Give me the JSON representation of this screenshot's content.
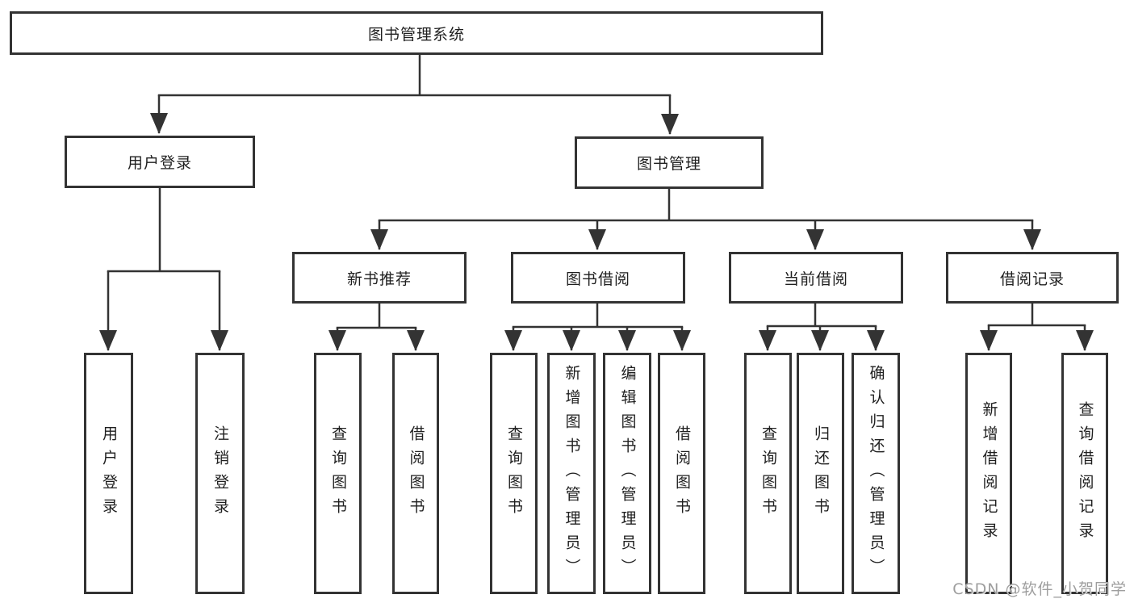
{
  "nodes": {
    "root": {
      "label": "图书管理系统"
    },
    "level1": [
      {
        "label": "用户登录",
        "children": [
          {
            "label": "用户登录"
          },
          {
            "label": "注销登录"
          }
        ]
      },
      {
        "label": "图书管理",
        "children": [
          {
            "label": "新书推荐",
            "children": [
              {
                "label": "查询图书"
              },
              {
                "label": "借阅图书"
              }
            ]
          },
          {
            "label": "图书借阅",
            "children": [
              {
                "label": "查询图书"
              },
              {
                "label": "新增图书（管理员）"
              },
              {
                "label": "编辑图书（管理员）"
              },
              {
                "label": "借阅图书"
              }
            ]
          },
          {
            "label": "当前借阅",
            "children": [
              {
                "label": "查询图书"
              },
              {
                "label": "归还图书"
              },
              {
                "label": "确认归还（管理员）"
              }
            ]
          },
          {
            "label": "借阅记录",
            "children": [
              {
                "label": "新增借阅记录"
              },
              {
                "label": "查询借阅记录"
              }
            ]
          }
        ]
      }
    ],
    "watermark": "CSDN @软件_小贺同学",
    "colors": {
      "line": "#333333",
      "text": "#1f1f1f",
      "box_background": "#ffffff",
      "watermark": "#9e9e9e"
    }
  }
}
